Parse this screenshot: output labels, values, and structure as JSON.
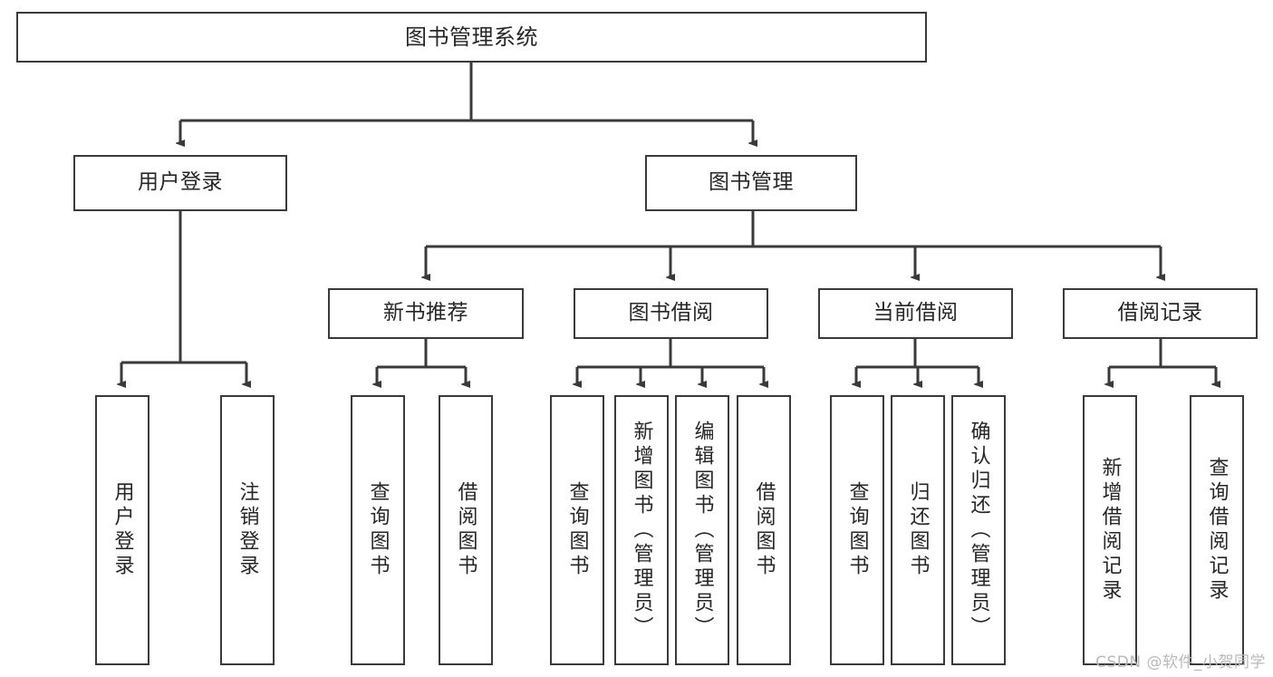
{
  "diagram": {
    "type": "tree-hierarchy",
    "title": "图书管理系统",
    "watermark": "CSDN @软件_小贺同学",
    "colors": {
      "stroke": "#3a3a3a",
      "fill": "#ffffff",
      "text": "#262626",
      "watermark": "#b9b9b9"
    },
    "nodes": {
      "root": {
        "label": "图书管理系统"
      },
      "level2": [
        {
          "id": "user-login",
          "label": "用户登录"
        },
        {
          "id": "book-management",
          "label": "图书管理"
        }
      ],
      "level3": [
        {
          "id": "new-book-recommend",
          "label": "新书推荐"
        },
        {
          "id": "book-borrow",
          "label": "图书借阅"
        },
        {
          "id": "current-borrow",
          "label": "当前借阅"
        },
        {
          "id": "borrow-record",
          "label": "借阅记录"
        }
      ],
      "leaves": {
        "user-login": [
          {
            "id": "leaf-user-login",
            "label": "用户登录"
          },
          {
            "id": "leaf-user-logout",
            "label": "注销登录"
          }
        ],
        "new-book-recommend": [
          {
            "id": "leaf-query-book-1",
            "label": "查询图书"
          },
          {
            "id": "leaf-borrow-book-1",
            "label": "借阅图书"
          }
        ],
        "book-borrow": [
          {
            "id": "leaf-query-book-2",
            "label": "查询图书"
          },
          {
            "id": "leaf-add-book-admin",
            "label": "新增图书（管理员）"
          },
          {
            "id": "leaf-edit-book-admin",
            "label": "编辑图书（管理员）"
          },
          {
            "id": "leaf-borrow-book-2",
            "label": "借阅图书"
          }
        ],
        "current-borrow": [
          {
            "id": "leaf-query-book-3",
            "label": "查询图书"
          },
          {
            "id": "leaf-return-book",
            "label": "归还图书"
          },
          {
            "id": "leaf-confirm-return-admin",
            "label": "确认归还（管理员）"
          }
        ],
        "borrow-record": [
          {
            "id": "leaf-add-borrow-record",
            "label": "新增借阅记录"
          },
          {
            "id": "leaf-query-borrow-record",
            "label": "查询借阅记录"
          }
        ]
      }
    }
  }
}
